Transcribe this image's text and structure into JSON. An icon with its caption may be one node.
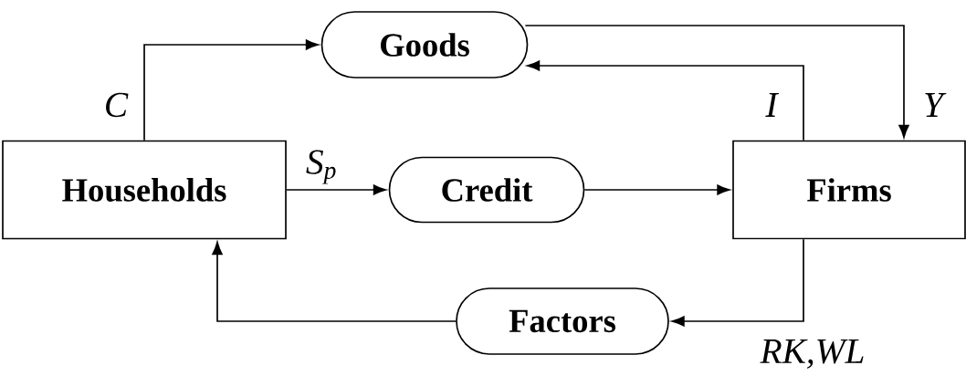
{
  "diagram": {
    "nodes": [
      {
        "text": [
          "Households"
        ]
      },
      {
        "text": [
          "Goods"
        ]
      },
      {
        "text": [
          "Credit"
        ]
      },
      {
        "text": [
          "Firms"
        ]
      },
      {
        "text": [
          "Factors"
        ]
      }
    ],
    "edges": [
      {
        "from": 0,
        "to": 1,
        "arrow": "to",
        "label": "C"
      },
      {
        "from": 1,
        "to": 3,
        "arrow": "to",
        "label": "Y"
      },
      {
        "from": 3,
        "to": 1,
        "arrow": "to",
        "label": "I"
      },
      {
        "from": 0,
        "to": 2,
        "arrow": "to",
        "label": "S$_{p}$"
      },
      {
        "from": 2,
        "to": 3,
        "arrow": "to"
      },
      {
        "from": 3,
        "to": 4,
        "arrow": "to",
        "label": "RK,WL"
      },
      {
        "from": 4,
        "to": 0,
        "arrow": "to"
      }
    ]
  }
}
